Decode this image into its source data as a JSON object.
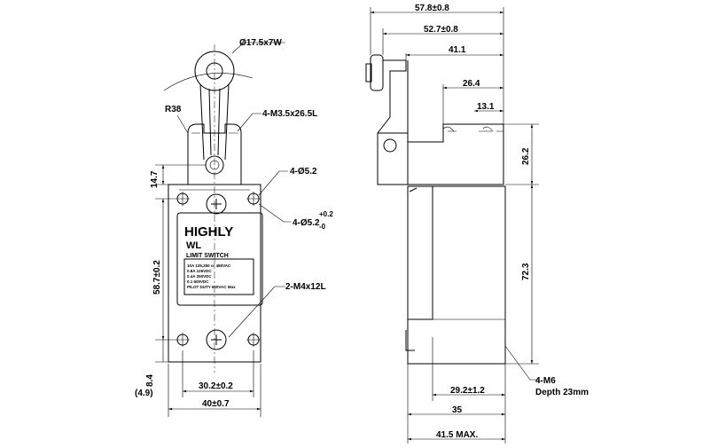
{
  "front_view": {
    "roller_label": "Ø17.5x7W",
    "radius_label": "R38",
    "screw_label": "4-M3.5x26.5L",
    "height_top_label": "14.7",
    "hole_label_1": "4-Ø5.2",
    "hole_label_2": "4-Ø5.2",
    "tolerance_plus": "+0.2",
    "tolerance_minus": "-0",
    "body_height_label": "58.7±0.2",
    "terminal_screw_label": "2-M4x12L",
    "bottom_offset_label": "8.4",
    "bottom_offset_alt_label": "(4.9)",
    "hole_spacing_label": "30.2±0.2",
    "width_label": "40±0.7"
  },
  "nameplate": {
    "brand": "HIGHLY",
    "model": "WL",
    "type": "LIMIT SWITCH",
    "ratings": [
      "10A 125,250 or 480VAC",
      "0.8A 125VDC",
      "0.4A 250VDC",
      "0.1 600VDC",
      "PILOT DUTY 600VAC Max"
    ]
  },
  "side_view": {
    "overall_top_label": "57.8±0.8",
    "roller_offset_label": "52.7±0.8",
    "lever_label": "41.1",
    "head_width_label": "26.4",
    "head_offset_label": "13.1",
    "head_height_label": "26.2",
    "body_height_label": "72.3",
    "mount_label_1": "4-M6",
    "mount_label_2": "Depth 23mm",
    "mount_spacing_label": "29.2±1.2",
    "body_depth_label": "35",
    "max_depth_label": "41.5 MAX."
  }
}
